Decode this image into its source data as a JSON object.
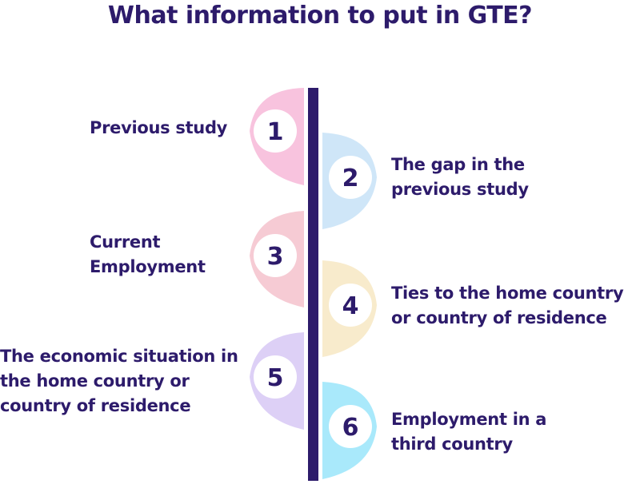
{
  "title": "What information to put in GTE?",
  "steps": [
    {
      "number": "1",
      "text": "Previous study",
      "side": "left",
      "color": "#f8c3de"
    },
    {
      "number": "2",
      "text": "The gap in the previous study",
      "side": "right",
      "color": "#cfe6f8"
    },
    {
      "number": "3",
      "text": "Current Employment",
      "side": "left",
      "color": "#f6cbd4"
    },
    {
      "number": "4",
      "text": "Ties to the home country or country of residence",
      "side": "right",
      "color": "#f8ebcc"
    },
    {
      "number": "5",
      "text": "The economic situation in the home country or country of residence",
      "side": "left",
      "color": "#ddd0f6"
    },
    {
      "number": "6",
      "text": "Employment in a third country",
      "side": "right",
      "color": "#a9e9fb"
    }
  ],
  "colors": {
    "axis": "#2d1b6b",
    "text": "#2d1b6b",
    "circle": "#ffffff"
  }
}
